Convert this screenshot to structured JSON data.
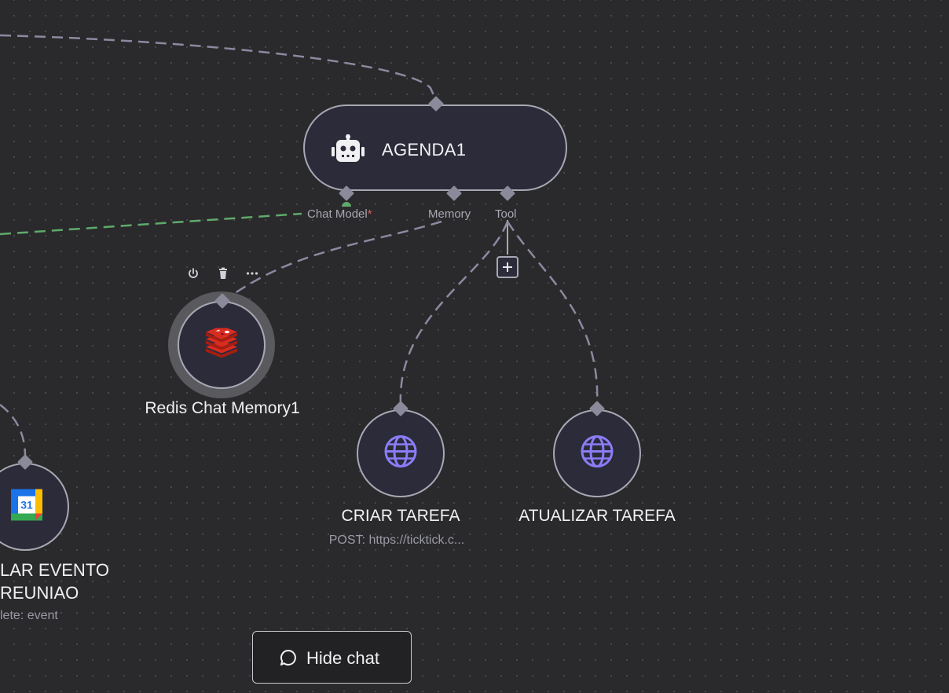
{
  "colors": {
    "canvas_bg": "#2a2a2c",
    "node_bg": "#2b2b3a",
    "node_border": "#a8a8b4",
    "edge_default": "#8a8aa0",
    "edge_chat_model": "#5faa6a",
    "required_asterisk": "#e45b5b",
    "globe_icon": "#8b7cf6",
    "redis_red": "#d82c20"
  },
  "agent_node": {
    "title": "AGENDA1",
    "icon": "robot-icon",
    "ports": {
      "chat_model": "Chat Model",
      "chat_model_required": "*",
      "memory": "Memory",
      "tool": "Tool"
    }
  },
  "memory_node": {
    "title": "Redis Chat Memory1",
    "icon": "redis-icon",
    "toolbar": {
      "power_icon": "power-icon",
      "delete_icon": "trash-icon",
      "more_icon": "more-horizontal-icon"
    }
  },
  "tool_nodes": [
    {
      "title": "CRIAR TAREFA",
      "subtitle": "POST: https://ticktick.c...",
      "icon": "globe-icon"
    },
    {
      "title": "ATUALIZAR TAREFA",
      "subtitle": "",
      "icon": "globe-icon"
    }
  ],
  "calendar_node": {
    "title_line1": "LAR EVENTO",
    "title_line2": "REUNIAO",
    "subtitle": "lete: event",
    "icon": "google-calendar-icon",
    "icon_text": "31"
  },
  "add_tool_button": {
    "icon": "plus-icon"
  },
  "chat_toggle": {
    "label": "Hide chat",
    "icon": "chat-bubble-icon"
  }
}
